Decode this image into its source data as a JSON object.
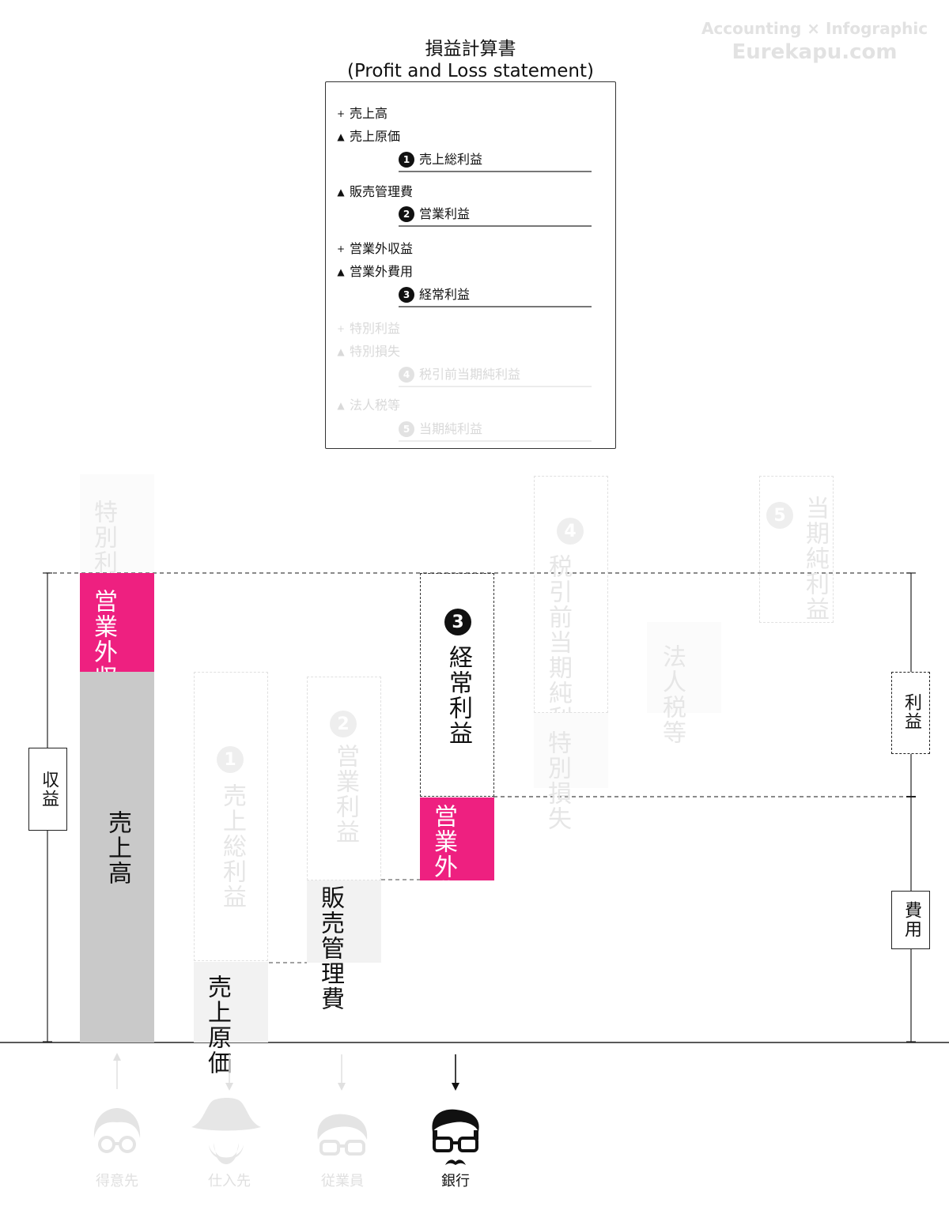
{
  "watermark": {
    "line1": "Accounting × Infographic",
    "line2": "Eurekapu.com"
  },
  "title": {
    "line1": "損益計算書",
    "line2": "(Profit and Loss statement)"
  },
  "statement": {
    "rows": [
      {
        "symbol": "+",
        "label": "売上高"
      },
      {
        "symbol": "▲",
        "label": "売上原価"
      },
      {
        "number": "1",
        "label": "売上総利益"
      },
      {
        "symbol": "▲",
        "label": "販売管理費"
      },
      {
        "number": "2",
        "label": "営業利益"
      },
      {
        "symbol": "+",
        "label": "営業外収益"
      },
      {
        "symbol": "▲",
        "label": "営業外費用"
      },
      {
        "number": "3",
        "label": "経常利益"
      },
      {
        "symbol": "+",
        "label": "特別利益"
      },
      {
        "symbol": "▲",
        "label": "特別損失"
      },
      {
        "number": "4",
        "label": "税引前当期純利益"
      },
      {
        "symbol": "▲",
        "label": "法人税等"
      },
      {
        "number": "5",
        "label": "当期純利益"
      }
    ]
  },
  "diagram": {
    "sales": "売上高",
    "non_op_revenue": "営業外収益",
    "extraordinary_gain": "特別利益",
    "cogs": "売上原価",
    "gross_profit": {
      "number": "1",
      "label": "売上総利益"
    },
    "sga": "販売管理費",
    "operating_profit": {
      "number": "2",
      "label": "営業利益"
    },
    "non_op_expense": "営業外費用",
    "ordinary_profit": {
      "number": "3",
      "label": "経常利益"
    },
    "extraordinary_loss": "特別損失",
    "pretax_profit": {
      "number": "4",
      "label": "税引前当期純利益"
    },
    "corporate_tax": "法人税等",
    "net_profit": {
      "number": "5",
      "label": "当期純利益"
    }
  },
  "side_labels": {
    "revenue": "収益",
    "profit": "利益",
    "expense": "費用"
  },
  "people": [
    {
      "label": "得意先",
      "icon": "customer-icon",
      "arrow": "up"
    },
    {
      "label": "仕入先",
      "icon": "supplier-icon",
      "arrow": "down"
    },
    {
      "label": "従業員",
      "icon": "employee-icon",
      "arrow": "down"
    },
    {
      "label": "銀行",
      "icon": "bank-icon",
      "arrow": "down"
    }
  ],
  "colors": {
    "accent": "#ee2080",
    "gray": "#c9c9c9",
    "light": "#f2f2f2",
    "faded_text": "#d9d9d9",
    "line": "#222222"
  }
}
